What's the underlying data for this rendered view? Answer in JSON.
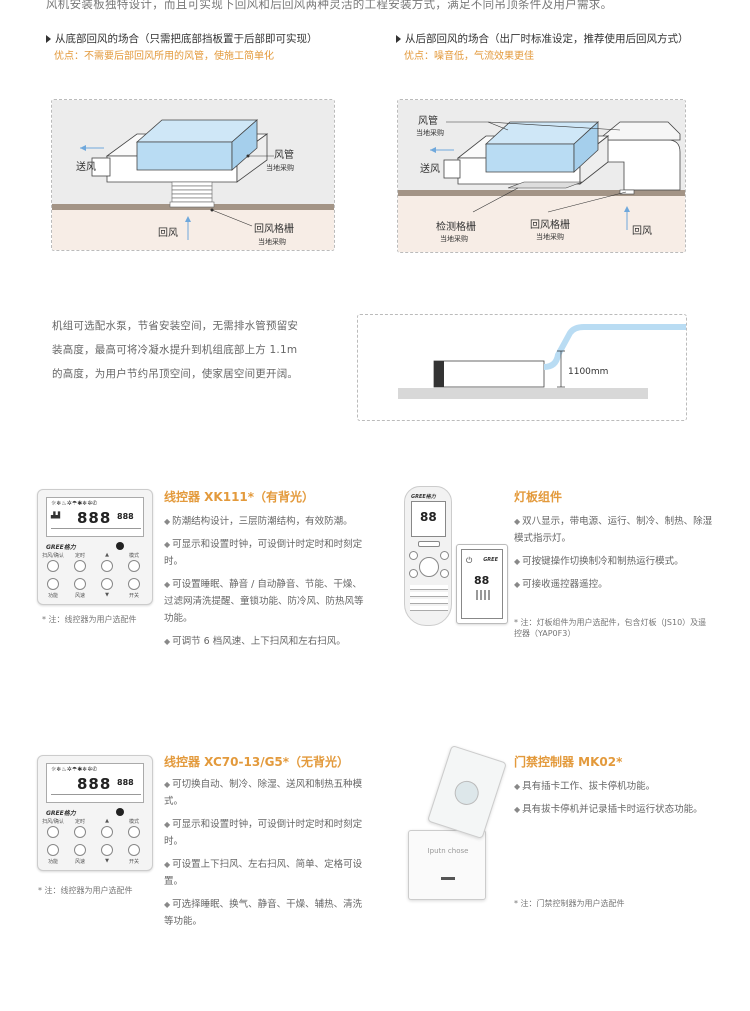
{
  "intro": "风机安装板独特设计，而且可实现下回风和后回风两种灵活的工程安装方式，满足不同吊顶条件及用户需求。",
  "cases": [
    {
      "title": "从底部回风的场合（只需把底部挡板置于后部即可实现）",
      "subtitle": "优点：不需要后部回风所用的风管，使施工简单化",
      "labels": {
        "supply": "送风",
        "duct": "风管",
        "duct_note": "当地采购",
        "return": "回风",
        "grille": "回风格栅",
        "grille_note": "当地采购"
      }
    },
    {
      "title": "从后部回风的场合（出厂时标准设定，推荐使用后回风方式）",
      "subtitle": "优点：噪音低，气流效果更佳",
      "labels": {
        "duct": "风管",
        "duct_note": "当地采购",
        "supply": "送风",
        "check": "检测格栅",
        "check_note": "当地采购",
        "grille": "回风格栅",
        "grille_note": "当地采购",
        "return": "回风"
      }
    }
  ],
  "pump": {
    "text": "机组可选配水泵，节省安装空间，无需排水管预留安装高度，最高可将冷凝水提升到机组底部上方 1.1m 的高度，为用户节约吊顶空间，使家居空间更开阔。",
    "height": "1100mm"
  },
  "products": [
    {
      "title": "线控器 XK111*（有背光）",
      "features": [
        "防潮结构设计，三层防潮结构，有效防潮。",
        "可显示和设置时钟，可设倒计时定时和时刻定时。",
        "可设置睡眠、静音 / 自动静音、节能、干燥、过滤网清洗提醒、童锁功能、防冷风、防热风等功能。",
        "可调节 6 档风速、上下扫风和左右扫风。"
      ],
      "note": "* 注：线控器为用户选配件",
      "device": {
        "digits": "888",
        "small": "888",
        "brand": "GREE格力",
        "buttons": [
          "扫风/确认",
          "定时",
          "▲",
          "模式",
          "功能",
          "风速",
          "▼",
          "开关"
        ]
      }
    },
    {
      "title": "灯板组件",
      "features": [
        "双八显示，带电源、运行、制冷、制热、除湿模式指示灯。",
        "可按键操作切换制冷和制热运行模式。",
        "可接收遥控器遥控。"
      ],
      "note": "* 注：灯板组件为用户选配件，包含灯板（JS10）及遥控器（YAP0F3）",
      "device": {
        "digits": "88",
        "brand": "GREE",
        "remote_brand": "GREE格力",
        "remote_digits": "88"
      }
    },
    {
      "title": "线控器 XC70-13/G5*（无背光）",
      "features": [
        "可切换自动、制冷、除湿、送风和制热五种模式。",
        "可显示和设置时钟，可设倒计时定时和时刻定时。",
        "可设置上下扫风、左右扫风、简单、定格可设置。",
        "可选择睡眠、换气、静音、干燥、辅热、清洗等功能。"
      ],
      "note": "* 注：线控器为用户选配件",
      "device": {
        "digits": "888",
        "small": "888",
        "brand": "GREE格力",
        "buttons": [
          "扫风/确认",
          "定时",
          "▲",
          "模式",
          "功能",
          "风速",
          "▼",
          "开关"
        ]
      }
    },
    {
      "title": "门禁控制器 MK02*",
      "features": [
        "具有插卡工作、拔卡停机功能。",
        "具有拔卡停机并记录插卡时运行状态功能。"
      ],
      "note": "* 注：门禁控制器为用户选配件",
      "device": {
        "slot_text": "Iputn chose"
      }
    }
  ],
  "colors": {
    "accent": "#e39a3c",
    "duct_blue": "#b9dcf3",
    "floor": "#f7ede6",
    "ceiling": "#a39486"
  }
}
